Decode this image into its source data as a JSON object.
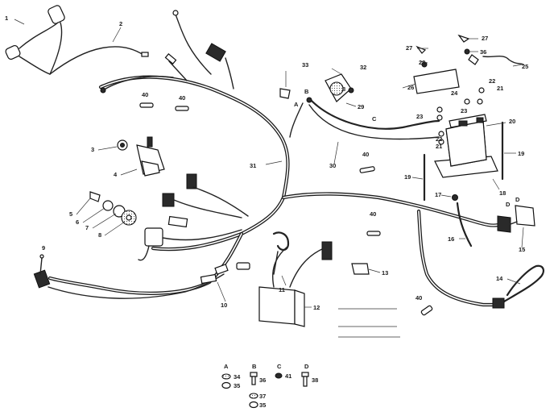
{
  "callouts": {
    "n1": "1",
    "n2": "2",
    "n3": "3",
    "n4": "4",
    "n5": "5",
    "n6": "6",
    "n7": "7",
    "n8": "8",
    "n9": "9",
    "n10": "10",
    "n11": "11",
    "n12": "12",
    "n13": "13",
    "n14": "14",
    "n15": "15",
    "n16": "16",
    "n17": "17",
    "n18": "18",
    "n19a": "19",
    "n19b": "19",
    "n20": "20",
    "n21a": "21",
    "n21b": "21",
    "n22a": "22",
    "n22b": "22",
    "n23a": "23",
    "n23b": "23",
    "n24": "24",
    "n25": "25",
    "n26": "26",
    "n27a": "27",
    "n27b": "27",
    "n28": "28",
    "n29": "29",
    "n30": "30",
    "n31": "31",
    "n32": "32",
    "n33": "33",
    "n40a": "40",
    "n40b": "40",
    "n40c": "40",
    "n40d": "40",
    "n40e": "40"
  },
  "letters": {
    "A": "A",
    "B": "B",
    "C": "C",
    "D": "D",
    "a_top": "A",
    "b_top": "B",
    "c_top": "C",
    "d_top": "D"
  },
  "hardware_legend": {
    "A": [
      "34",
      "35"
    ],
    "B": [
      "36",
      "37",
      "35"
    ],
    "C": "41",
    "D": "38"
  }
}
